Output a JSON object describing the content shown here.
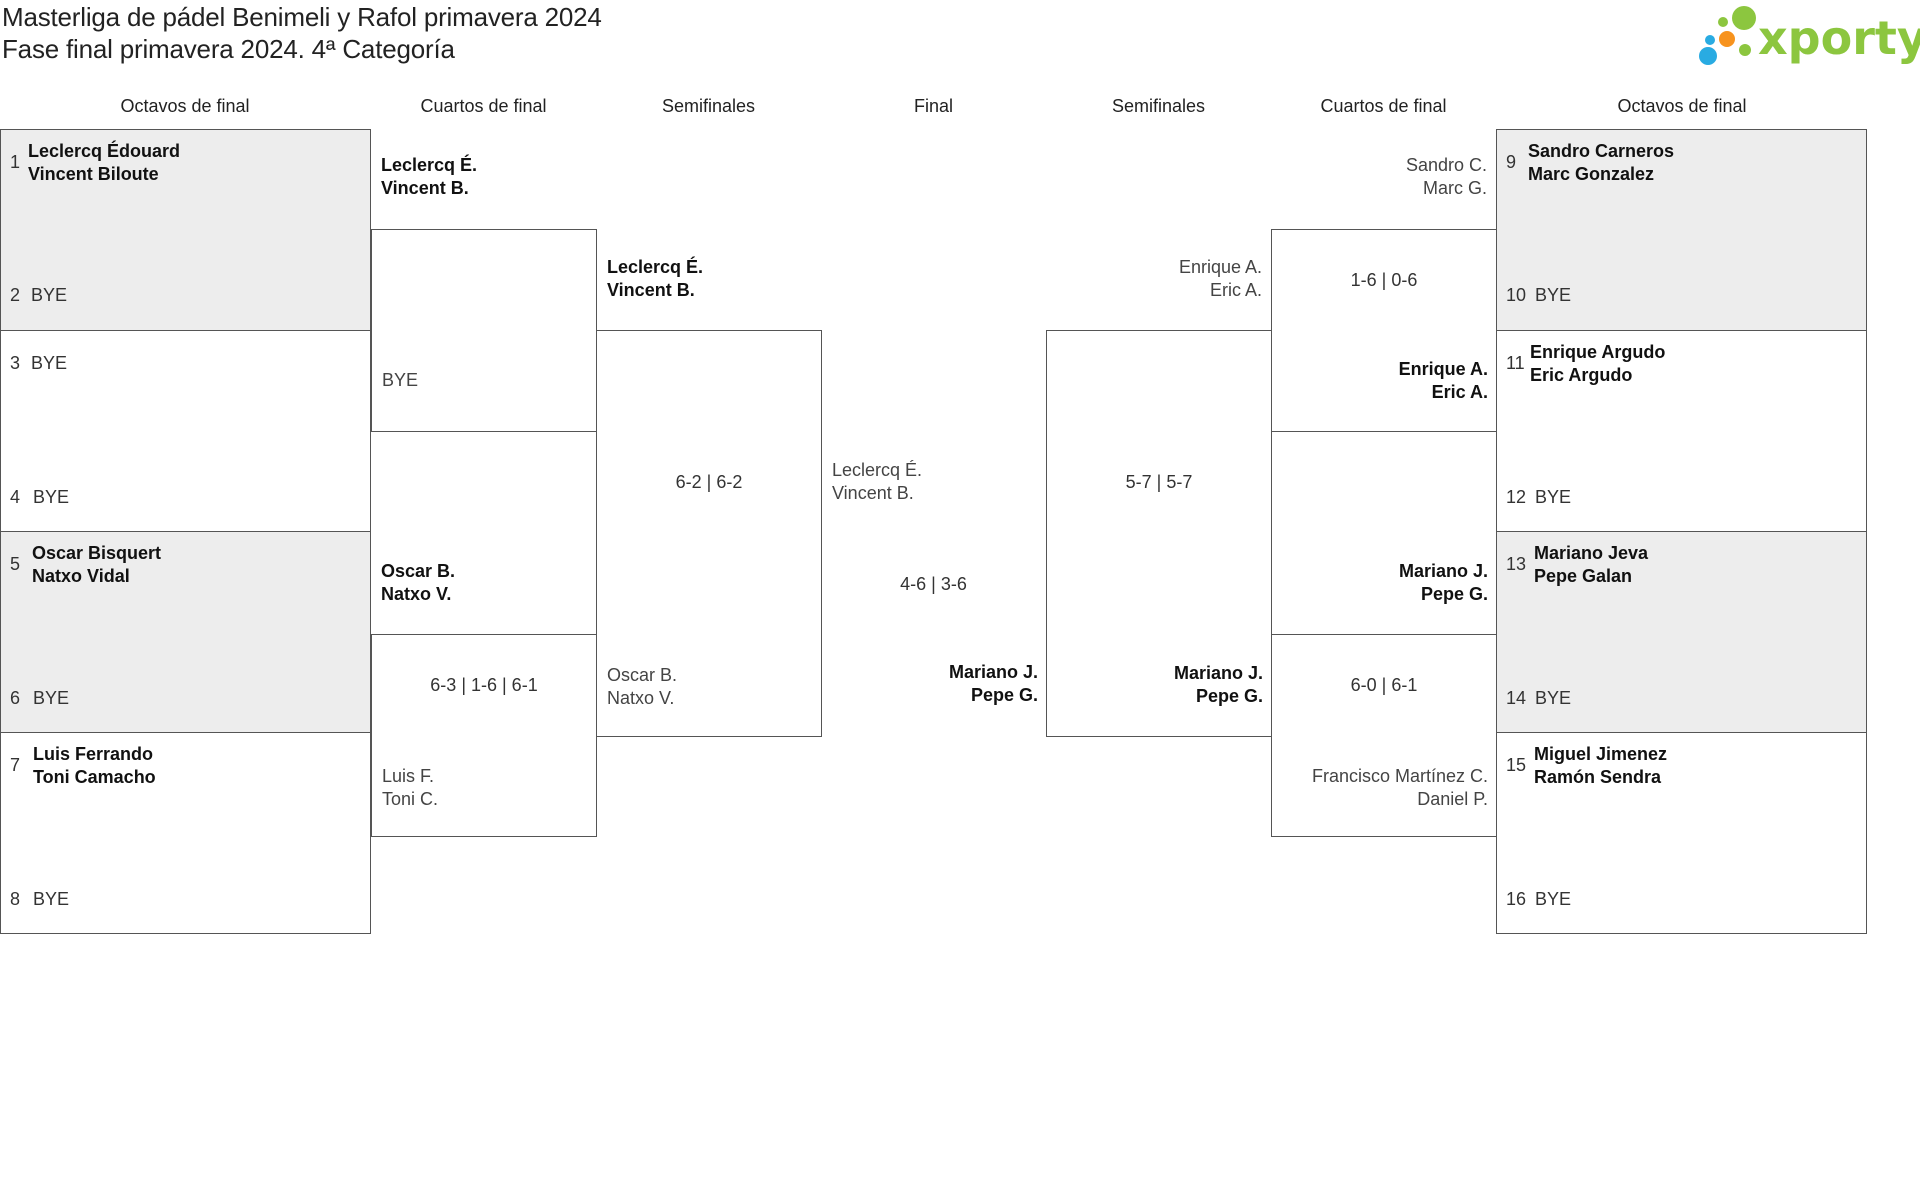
{
  "header": {
    "title_line1": "Masterliga de pádel Benimeli y Rafol primavera 2024",
    "title_line2": "Fase final primavera 2024. 4ª Categoría",
    "logo_text": "xporty"
  },
  "columns": {
    "left_r16": "Octavos de final",
    "left_qf": "Cuartos de final",
    "left_sf": "Semifinales",
    "final": "Final",
    "right_sf": "Semifinales",
    "right_qf": "Cuartos de final",
    "right_r16": "Octavos de final"
  },
  "r16_left": [
    {
      "seed_a": "1",
      "a1": "Leclercq Édouard",
      "a2": "Vincent Biloute",
      "seed_b": "2",
      "b": "BYE"
    },
    {
      "seed_a": "3",
      "a": "BYE",
      "seed_b": "4",
      "b": "BYE"
    },
    {
      "seed_a": "5",
      "a1": "Oscar Bisquert",
      "a2": "Natxo Vidal",
      "seed_b": "6",
      "b": "BYE"
    },
    {
      "seed_a": "7",
      "a1": "Luis Ferrando",
      "a2": "Toni Camacho",
      "seed_b": "8",
      "b": "BYE"
    }
  ],
  "r16_right": [
    {
      "seed_a": "9",
      "a1": "Sandro Carneros",
      "a2": "Marc Gonzalez",
      "seed_b": "10",
      "b": "BYE"
    },
    {
      "seed_a": "11",
      "a1": "Enrique Argudo",
      "a2": "Eric Argudo",
      "seed_b": "12",
      "b": "BYE"
    },
    {
      "seed_a": "13",
      "a1": "Mariano Jeva",
      "a2": "Pepe Galan",
      "seed_b": "14",
      "b": "BYE"
    },
    {
      "seed_a": "15",
      "a1": "Miguel Jimenez",
      "a2": "Ramón Sendra",
      "seed_b": "16",
      "b": "BYE"
    }
  ],
  "qf_left": [
    {
      "top1": "Leclercq É.",
      "top2": "Vincent B.",
      "bottom": "BYE",
      "score": ""
    },
    {
      "top1": "Oscar B.",
      "top2": "Natxo V.",
      "bottom1": "Luis F.",
      "bottom2": "Toni C.",
      "score": "6-3 | 1-6 | 6-1"
    }
  ],
  "qf_right": [
    {
      "top1": "Sandro C.",
      "top2": "Marc G.",
      "bottom1": "Enrique A.",
      "bottom2": "Eric A.",
      "score": "1-6 | 0-6"
    },
    {
      "top1": "Mariano J.",
      "top2": "Pepe G.",
      "bottom1": "Francisco Martínez C.",
      "bottom2": "Daniel P.",
      "score": "6-0 | 6-1"
    }
  ],
  "sf_left": {
    "top1": "Leclercq É.",
    "top2": "Vincent B.",
    "bottom1": "Oscar B.",
    "bottom2": "Natxo V.",
    "score": "6-2 | 6-2"
  },
  "sf_right": {
    "top1": "Enrique A.",
    "top2": "Eric A.",
    "bottom1": "Mariano J.",
    "bottom2": "Pepe G.",
    "score": "5-7 | 5-7"
  },
  "final": {
    "left1": "Leclercq É.",
    "left2": "Vincent B.",
    "right1": "Mariano J.",
    "right2": "Pepe G.",
    "score": "4-6 | 3-6"
  },
  "colors": {
    "grey_fill": "#ededed",
    "border": "#555555",
    "logo_green": "#8cc63f",
    "logo_orange": "#f7931e",
    "logo_blue": "#29abe2"
  }
}
